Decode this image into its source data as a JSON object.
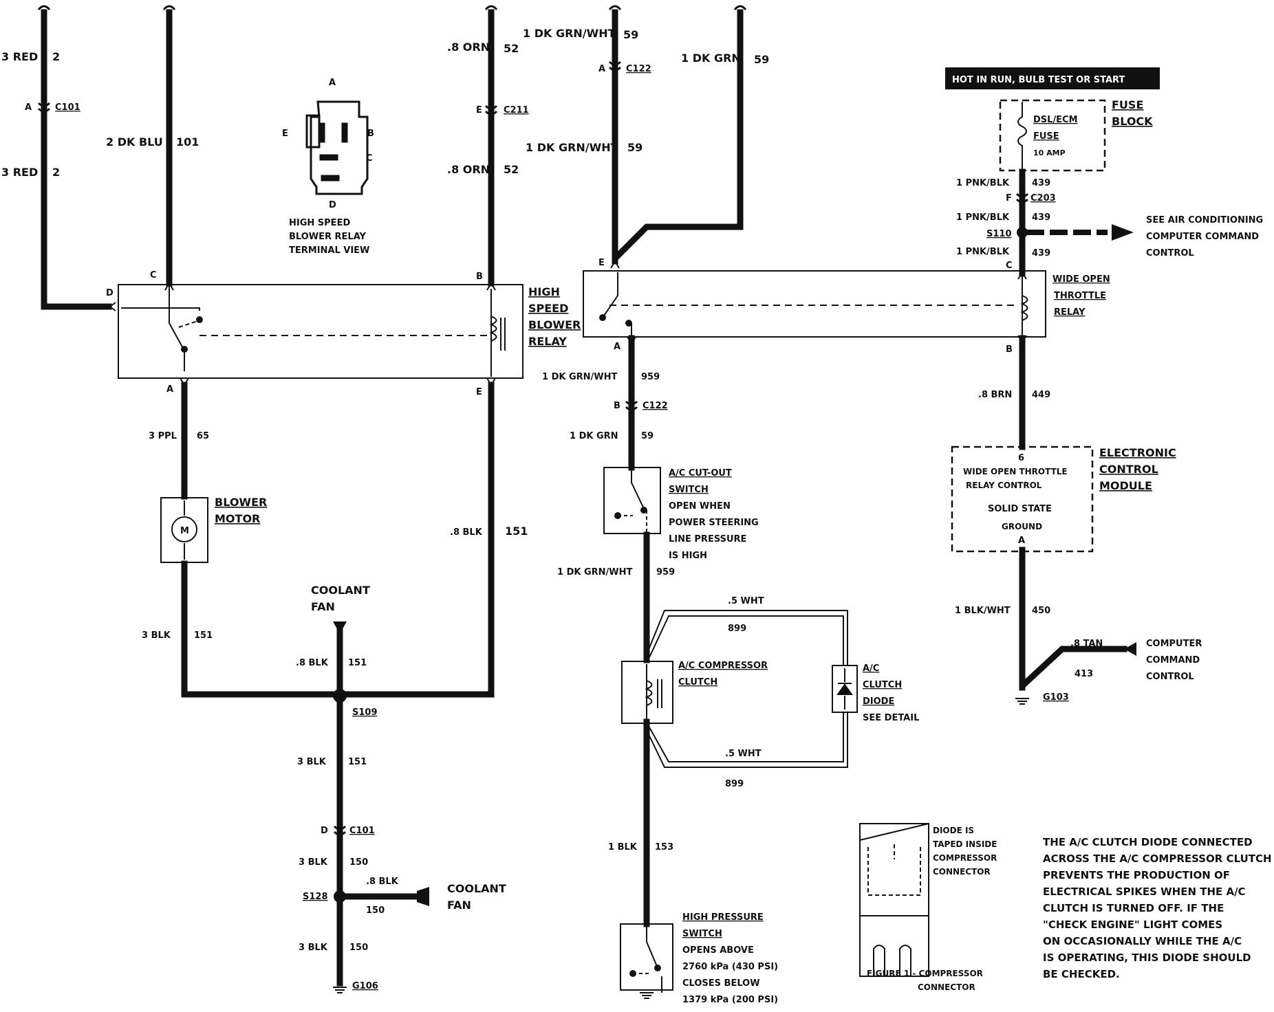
{
  "banner": "HOT IN RUN, BULB TEST OR START",
  "wires": {
    "red2_top": {
      "gauge": "3 RED",
      "circuit": "2"
    },
    "red2_bot": {
      "gauge": "3 RED",
      "circuit": "2"
    },
    "dkblu": {
      "gauge": "2 DK BLU",
      "circuit": "101"
    },
    "orn_top": {
      "gauge": ".8 ORN",
      "circuit": "52"
    },
    "orn_bot": {
      "gauge": ".8 ORN",
      "circuit": "52"
    },
    "grnwht_top": {
      "gauge": "1 DK GRN/WHT",
      "circuit": "59"
    },
    "grnwht_mid": {
      "gauge": "1 DK GRN/WHT",
      "circuit": "59"
    },
    "dkgrn_top": {
      "gauge": "1 DK GRN",
      "circuit": "59"
    },
    "ppl": {
      "gauge": "3 PPL",
      "circuit": "65"
    },
    "blk151_right": {
      "gauge": ".8 BLK",
      "circuit": "151"
    },
    "blk151_motor": {
      "gauge": "3 BLK",
      "circuit": "151"
    },
    "blk151_fan": {
      "gauge": ".8 BLK",
      "circuit": "151"
    },
    "blk151_down": {
      "gauge": "3 BLK",
      "circuit": "151"
    },
    "blk150_a": {
      "gauge": "3 BLK",
      "circuit": "150"
    },
    "blk150_fan": {
      "gauge": ".8 BLK",
      "circuit": "150"
    },
    "blk150_b": {
      "gauge": "3 BLK",
      "circuit": "150"
    },
    "grnwht959_a": {
      "gauge": "1 DK GRN/WHT",
      "circuit": "959"
    },
    "dkgrn59": {
      "gauge": "1 DK GRN",
      "circuit": "59"
    },
    "grnwht959_b": {
      "gauge": "1 DK GRN/WHT",
      "circuit": "959"
    },
    "wht_top": {
      "gauge": ".5 WHT",
      "circuit": "899"
    },
    "wht_bot": {
      "gauge": ".5 WHT",
      "circuit": "899"
    },
    "blk153": {
      "gauge": "1 BLK",
      "circuit": "153"
    },
    "pnkblk_a": {
      "gauge": "1 PNK/BLK",
      "circuit": "439"
    },
    "pnkblk_b": {
      "gauge": "1 PNK/BLK",
      "circuit": "439"
    },
    "pnkblk_c": {
      "gauge": "1 PNK/BLK",
      "circuit": "439"
    },
    "brn": {
      "gauge": ".8 BRN",
      "circuit": "449"
    },
    "blkwht": {
      "gauge": "1 BLK/WHT",
      "circuit": "450"
    },
    "tan": {
      "gauge": ".8 TAN",
      "circuit": "413"
    }
  },
  "connectors": {
    "c101_top": {
      "pin": "A",
      "name": "C101"
    },
    "c211": {
      "pin": "E",
      "name": "C211"
    },
    "c122_top": {
      "pin": "A",
      "name": "C122"
    },
    "c122_mid": {
      "pin": "B",
      "name": "C122"
    },
    "c203": {
      "pin": "F",
      "name": "C203"
    },
    "c101_bot": {
      "pin": "D",
      "name": "C101"
    }
  },
  "splices": {
    "s109": "S109",
    "s128": "S128",
    "s110": "S110"
  },
  "grounds": {
    "g106": "G106",
    "g103": "G103"
  },
  "relay_view": {
    "pins": {
      "a": "A",
      "b": "B",
      "c": "C",
      "d": "D",
      "e": "E"
    },
    "caption": [
      "HIGH SPEED",
      "BLOWER RELAY",
      "TERMINAL VIEW"
    ]
  },
  "hsb_relay": {
    "label": [
      "HIGH",
      "SPEED",
      "BLOWER",
      "RELAY"
    ],
    "pins": {
      "c": "C",
      "b": "B",
      "d": "D",
      "a": "A",
      "e": "E"
    }
  },
  "wot_relay": {
    "label": [
      "WIDE OPEN",
      "THROTTLE",
      "RELAY"
    ],
    "pins": {
      "e": "E",
      "c": "C",
      "a": "A",
      "b": "B"
    }
  },
  "blower_motor": {
    "label": [
      "BLOWER",
      "MOTOR"
    ],
    "symbol": "M"
  },
  "coolant_fan_top": [
    "COOLANT",
    "FAN"
  ],
  "coolant_fan_bot": [
    "COOLANT",
    "FAN"
  ],
  "fuse_block": {
    "fuse": [
      "DSL/ECM",
      "FUSE"
    ],
    "rating": "10 AMP",
    "label": [
      "FUSE",
      "BLOCK"
    ]
  },
  "see_ac": [
    "SEE AIR CONDITIONING",
    "COMPUTER COMMAND",
    "CONTROL"
  ],
  "ecm": {
    "pin_top": "6",
    "relay_control": [
      "WIDE OPEN THROTTLE",
      "RELAY CONTROL"
    ],
    "solid_state": "SOLID STATE",
    "ground": "GROUND",
    "pin_bot": "A",
    "label": [
      "ELECTRONIC",
      "CONTROL",
      "MODULE"
    ]
  },
  "ac_cutout": {
    "label": [
      "A/C CUT-OUT",
      "SWITCH"
    ],
    "desc": [
      "OPEN WHEN",
      "POWER STEERING",
      "LINE PRESSURE",
      "IS HIGH"
    ]
  },
  "ac_clutch": {
    "label": [
      "A/C COMPRESSOR",
      "CLUTCH"
    ]
  },
  "ac_diode": {
    "label": [
      "A/C",
      "CLUTCH",
      "DIODE"
    ],
    "detail": "SEE DETAIL"
  },
  "hp_switch": {
    "label": [
      "HIGH PRESSURE",
      "SWITCH"
    ],
    "desc": [
      "OPENS ABOVE",
      "2760 kPa (430 PSI)",
      "CLOSES BELOW",
      "1379 kPa (200 PSI)"
    ]
  },
  "computer_command": [
    "COMPUTER",
    "COMMAND",
    "CONTROL"
  ],
  "figure": {
    "diode_note": [
      "DIODE IS",
      "TAPED INSIDE",
      "COMPRESSOR",
      "CONNECTOR"
    ],
    "caption": [
      "FIGURE 1 - COMPRESSOR",
      "CONNECTOR"
    ]
  },
  "note": [
    "THE A/C CLUTCH DIODE CONNECTED",
    "ACROSS THE A/C COMPRESSOR CLUTCH",
    "PREVENTS THE PRODUCTION OF",
    "ELECTRICAL SPIKES WHEN THE A/C",
    "CLUTCH IS TURNED OFF.  IF THE",
    "\"CHECK ENGINE\" LIGHT COMES",
    "ON OCCASIONALLY WHILE THE A/C",
    "IS OPERATING, THIS DIODE SHOULD",
    "BE CHECKED."
  ]
}
